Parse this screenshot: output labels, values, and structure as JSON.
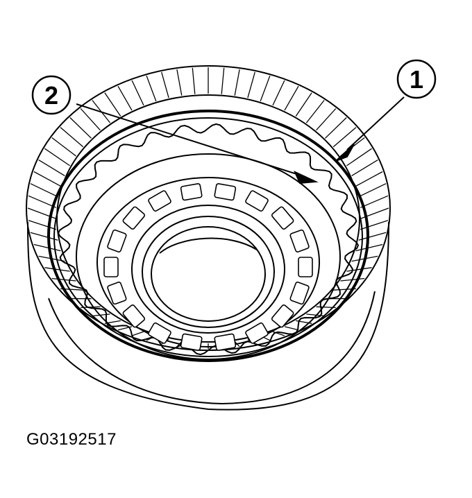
{
  "callouts": [
    {
      "id": "1",
      "label": "1"
    },
    {
      "id": "2",
      "label": "2"
    }
  ],
  "figure_code": "G03192517",
  "colors": {
    "line": "#000000",
    "background": "#ffffff"
  }
}
